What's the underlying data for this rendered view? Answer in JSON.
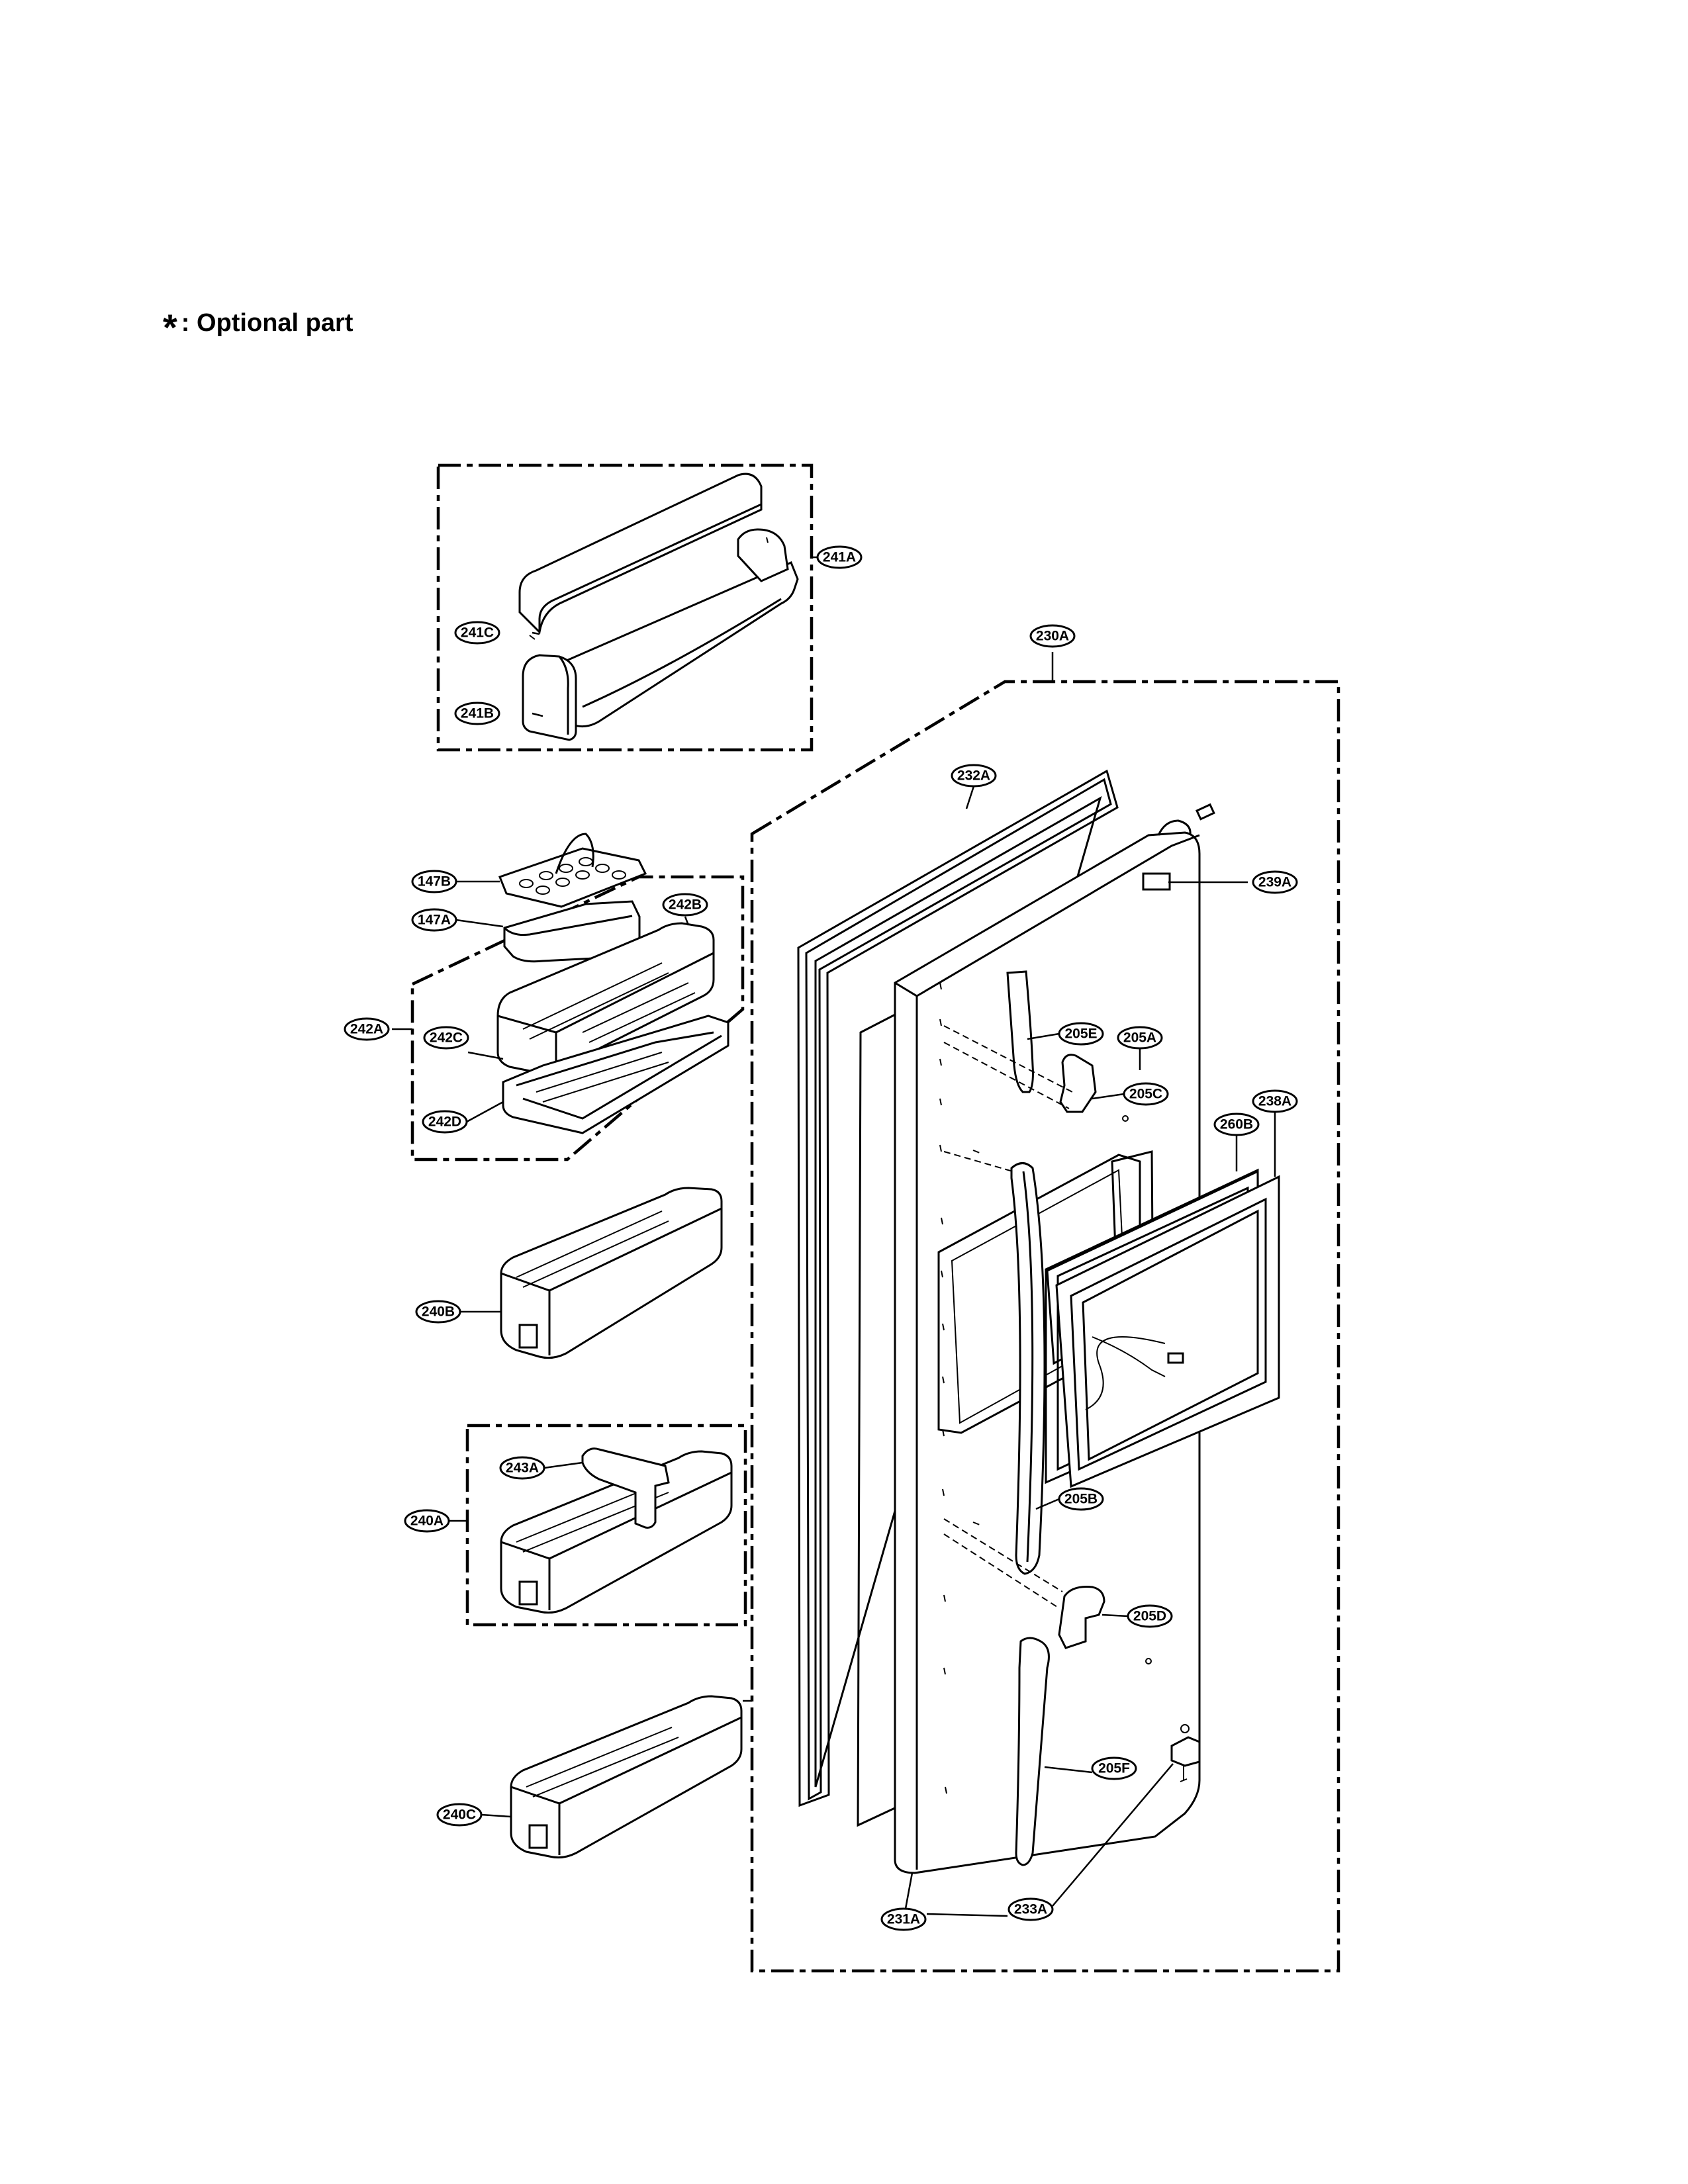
{
  "legend": {
    "symbol": "*",
    "text": ": Optional part"
  },
  "callouts": [
    {
      "id": "241A",
      "label": "241A"
    },
    {
      "id": "241C",
      "label": "241C"
    },
    {
      "id": "241B",
      "label": "241B"
    },
    {
      "id": "230A",
      "label": "230A"
    },
    {
      "id": "232A",
      "label": "232A"
    },
    {
      "id": "239A",
      "label": "239A"
    },
    {
      "id": "147B",
      "label": "147B"
    },
    {
      "id": "147A",
      "label": "147A"
    },
    {
      "id": "242B",
      "label": "242B"
    },
    {
      "id": "242C",
      "label": "242C"
    },
    {
      "id": "242A",
      "label": "242A"
    },
    {
      "id": "242D",
      "label": "242D"
    },
    {
      "id": "205A",
      "label": "205A"
    },
    {
      "id": "205E",
      "label": "205E"
    },
    {
      "id": "205C",
      "label": "205C"
    },
    {
      "id": "238A",
      "label": "238A"
    },
    {
      "id": "260B",
      "label": "260B"
    },
    {
      "id": "240B",
      "label": "240B"
    },
    {
      "id": "243A",
      "label": "243A"
    },
    {
      "id": "240A",
      "label": "240A"
    },
    {
      "id": "205B",
      "label": "205B"
    },
    {
      "id": "205D",
      "label": "205D"
    },
    {
      "id": "240C",
      "label": "240C"
    },
    {
      "id": "205F",
      "label": "205F"
    },
    {
      "id": "231A",
      "label": "231A"
    },
    {
      "id": "233A",
      "label": "233A"
    }
  ]
}
